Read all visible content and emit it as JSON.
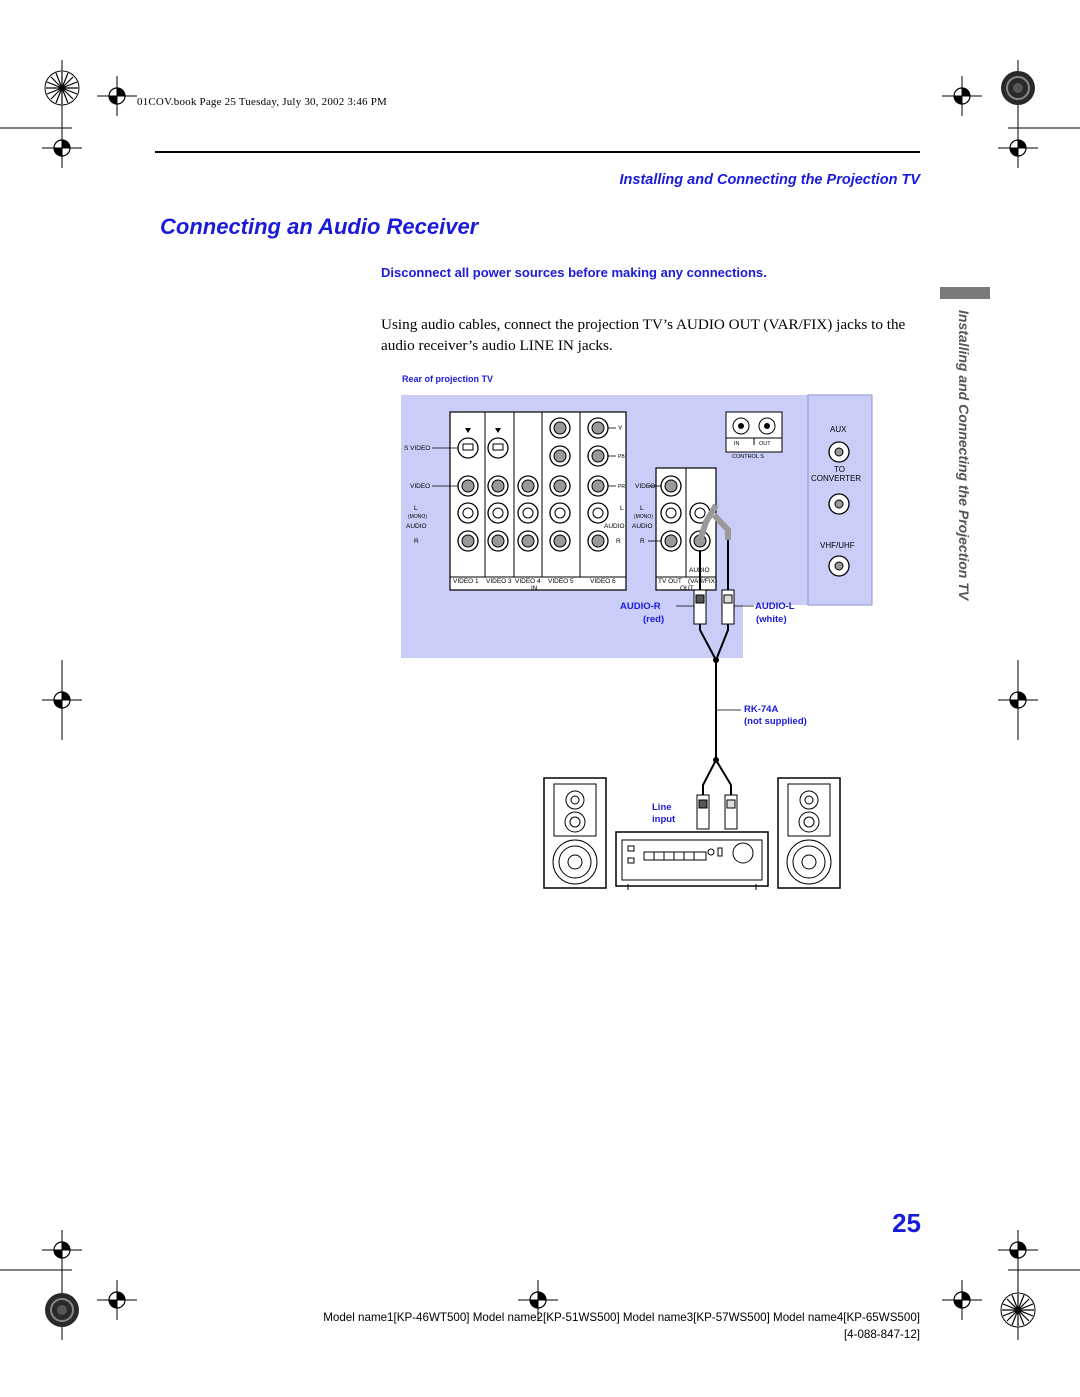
{
  "header": {
    "file_info": "01COV.book  Page 25  Tuesday, July 30, 2002  3:46 PM",
    "section_title": "Installing and Connecting the Projection TV"
  },
  "main": {
    "title": "Connecting an Audio Receiver",
    "warning": "Disconnect all power sources before making any connections.",
    "intro": "Using audio cables, connect the projection TV’s AUDIO OUT (VAR/FIX) jacks to the audio receiver’s audio LINE IN jacks."
  },
  "side_tab": {
    "label": "Installing and Connecting the Projection TV"
  },
  "diagram": {
    "caption": "Rear of projection TV",
    "labels": {
      "s_video": "S VIDEO",
      "video": "VIDEO",
      "l": "L",
      "mono": "(MONO)",
      "audio": "AUDIO",
      "r": "R",
      "y": "Y",
      "pb": "PB",
      "pr": "PR",
      "video1": "VIDEO 1",
      "video3": "VIDEO 3",
      "video4": "VIDEO 4",
      "video5": "VIDEO 5",
      "video6": "VIDEO 6",
      "in": "IN",
      "tv_out": "TV OUT",
      "var_fix": "(VAR/FIX)",
      "out": "OUT",
      "control_in": "IN",
      "control_out": "OUT",
      "control_s": "CONTROL S",
      "aux": "AUX",
      "to": "TO",
      "converter": "CONVERTER",
      "vhf_uhf": "VHF/UHF",
      "audio_r": "AUDIO-R",
      "red": "(red)",
      "audio_l": "AUDIO-L",
      "white": "(white)",
      "cable": "RK-74A",
      "not_supplied": "(not supplied)",
      "line": "Line",
      "input": "input"
    },
    "colors": {
      "panel": "#c9cdf7",
      "label": "#1a1adb"
    }
  },
  "footer": {
    "page_number": "25",
    "models": "Model name1[KP-46WT500] Model name2[KP-51WS500] Model name3[KP-57WS500] Model name4[KP-65WS500]",
    "code": "[4-088-847-12]"
  }
}
